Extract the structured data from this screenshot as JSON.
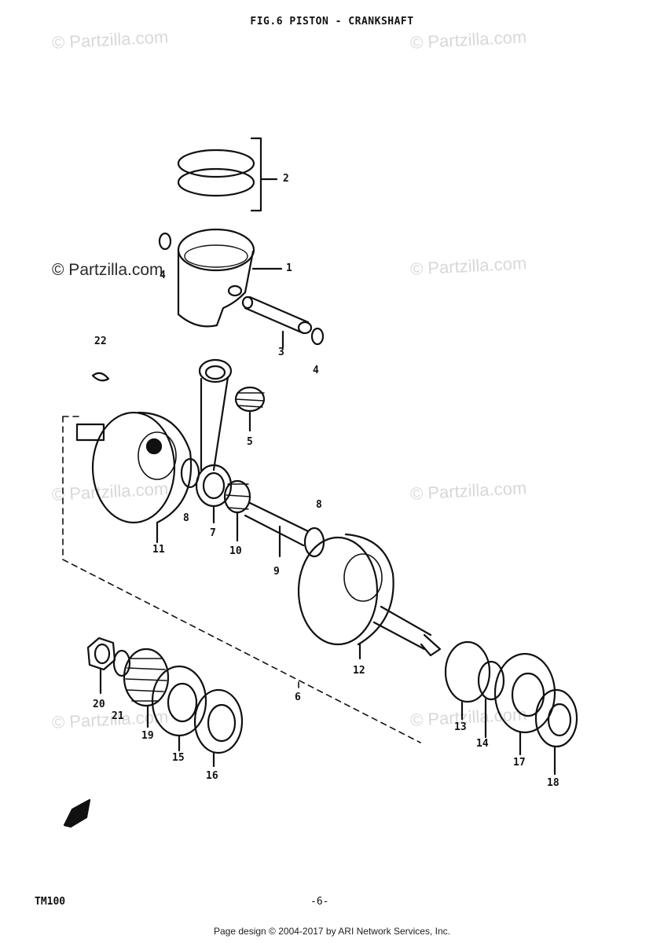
{
  "title": "FIG.6  PISTON - CRANKSHAFT",
  "watermark_text": "© Partzilla.com",
  "callouts": {
    "piston": "1",
    "piston_ring_set": "2",
    "piston_pin": "3",
    "circlip_top": "4",
    "circlip_bottom": "4",
    "needle_bearing_upper": "5",
    "crankshaft_assy": "6",
    "connecting_rod": "7",
    "washer_left": "8",
    "washer_right": "8",
    "crank_pin": "9",
    "needle_bearing_lower": "10",
    "crank_left": "11",
    "crank_right": "12",
    "shim": "13",
    "oil_seal_right": "14",
    "bearing_left": "15",
    "oil_seal_left": "16",
    "bearing_right": "17",
    "oil_seal_outer": "18",
    "primary_gear": "19",
    "nut": "20",
    "lock_washer": "21",
    "key": "22"
  },
  "footer": {
    "model": "TM100",
    "page_number": "-6-",
    "copyright": "Page design © 2004-2017 by ARI Network Services, Inc."
  }
}
